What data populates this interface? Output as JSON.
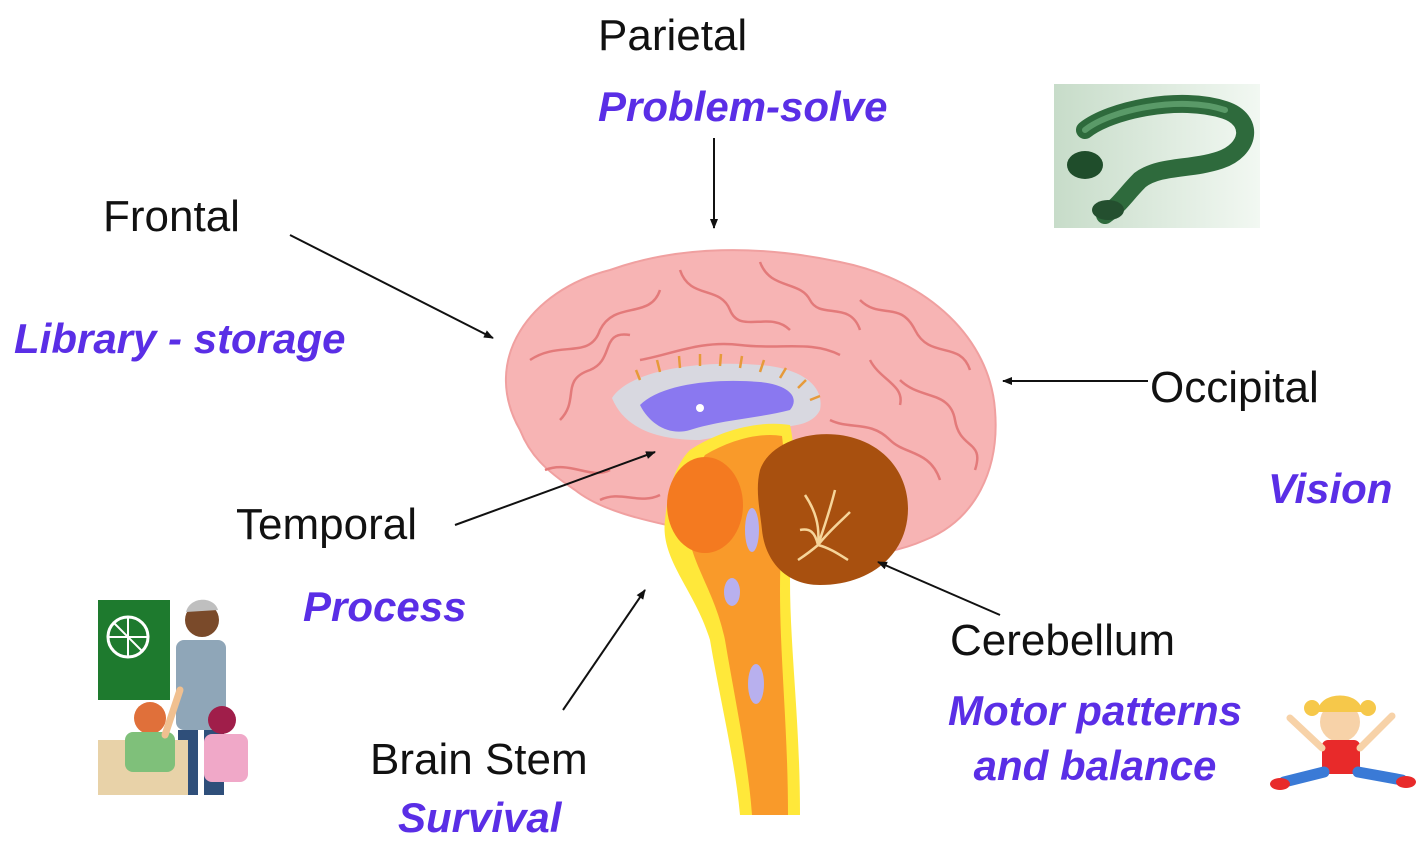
{
  "regions": {
    "parietal": {
      "name": "Parietal",
      "function": "Problem-solve"
    },
    "frontal": {
      "name": "Frontal",
      "function": "Library - storage"
    },
    "occipital": {
      "name": "Occipital",
      "function": "Vision"
    },
    "temporal": {
      "name": "Temporal",
      "function": "Process"
    },
    "cerebellum": {
      "name": "Cerebellum",
      "function_line1": "Motor patterns",
      "function_line2": "and balance"
    },
    "brainstem": {
      "name": "Brain Stem",
      "function": "Survival"
    }
  },
  "colors": {
    "label": "#111111",
    "function": "#5a2ee6",
    "cerebrum": "#f7b4b4",
    "sulci": "#e37a7a",
    "cerebellum": "#a8500f",
    "stem_outer": "#ffe83a",
    "stem_inner": "#f99a2a",
    "ventricle": "#8a78f0"
  },
  "icons": [
    "question-mark-icon",
    "teacher-classroom-icon",
    "jumping-child-icon"
  ]
}
